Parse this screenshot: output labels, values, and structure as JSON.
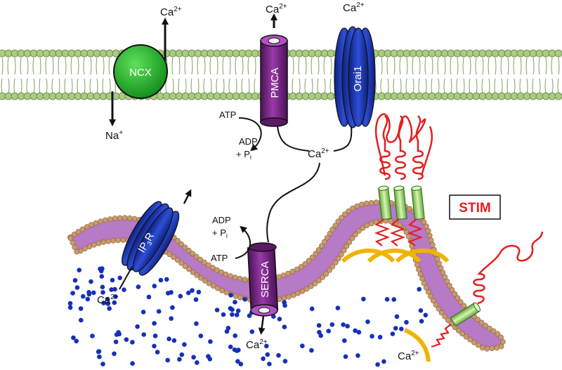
{
  "labels": {
    "ncx": "NCX",
    "pmca": "PMCA",
    "orai": "Orai1",
    "serca": "SERCA",
    "ip3r_a": "IP",
    "ip3r_sub": "3",
    "ip3r_b": "R",
    "stim": "STIM",
    "ca": "Ca",
    "ca_sup": "2+",
    "na": "Na",
    "na_sup": "+",
    "atp": "ATP",
    "adp": "ADP",
    "plus_p": "+ P",
    "p_sub": "i"
  },
  "colors": {
    "membrane_head": "#a9cd7f",
    "er_head": "#c79a6f",
    "er_body": "#b67ac6",
    "ncx": "#1fae2a",
    "pmca": "#7a2a86",
    "orai": "#1f3bb8",
    "stim_tether": "#e41f1f",
    "stim_domain": "#8ed06a",
    "ef_hand": "#f0b400",
    "ca_dot": "#1530b8",
    "stim_box": "#e41f1f"
  },
  "icons": [
    "arrow-icon",
    "calcium-dot-icon",
    "lipid-bilayer-icon",
    "channel-icon"
  ]
}
